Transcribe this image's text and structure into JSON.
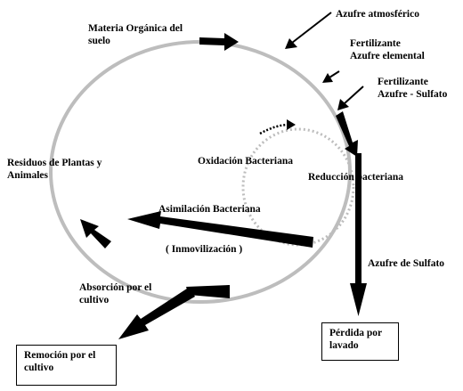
{
  "labels": {
    "organic_matter": [
      "Materia Orgánica del",
      "suelo"
    ],
    "atmospheric_sulfur": "Azufre  atmosférico",
    "elemental_fertilizer": [
      "Fertilizante",
      "Azufre elemental"
    ],
    "sulfate_fertilizer": [
      "Fertilizante",
      "Azufre - Sulfato"
    ],
    "plant_residues": [
      "Residuos de Plantas y",
      "Animales"
    ],
    "bacterial_oxidation": "Oxidación Bacteriana",
    "bacterial_reduction": "Reducción bacteriana",
    "bacterial_assimilation": "Asimilación Bacteriana",
    "immobilization": "( Inmovilización )",
    "sulfate_sulfur": "Azufre de Sulfato",
    "crop_absorption": [
      "Absorción por el",
      "cultivo"
    ],
    "leaching_loss": "Pérdida por\nlavado",
    "crop_removal": "Remoción por el\ncultivo"
  },
  "colors": {
    "main_cycle": "#bdbdbd",
    "inner_cycle": "#bdbdbd",
    "arrows": "#000000",
    "text": "#000000"
  }
}
